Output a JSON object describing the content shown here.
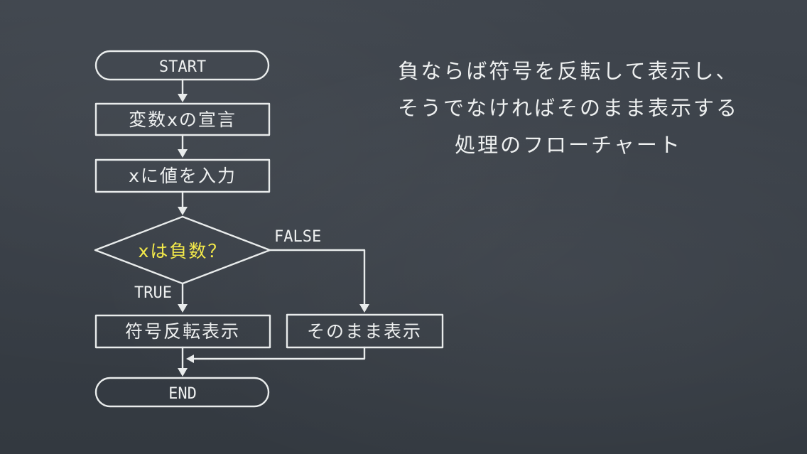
{
  "flowchart": {
    "start": "START",
    "declare": "変数xの宣言",
    "input": "xに値を入力",
    "decision": "xは負数？",
    "false_label": "FALSE",
    "true_label": "TRUE",
    "true_branch": "符号反転表示",
    "false_branch": "そのまま表示",
    "end": "END"
  },
  "caption": {
    "line1": "負ならば符号を反転して表示し、",
    "line2": "そうでなければそのまま表示する",
    "line3": "処理のフローチャート"
  },
  "colors": {
    "board": "#3b4149",
    "chalk": "#e9ecec",
    "highlight": "#f4ea4a"
  }
}
